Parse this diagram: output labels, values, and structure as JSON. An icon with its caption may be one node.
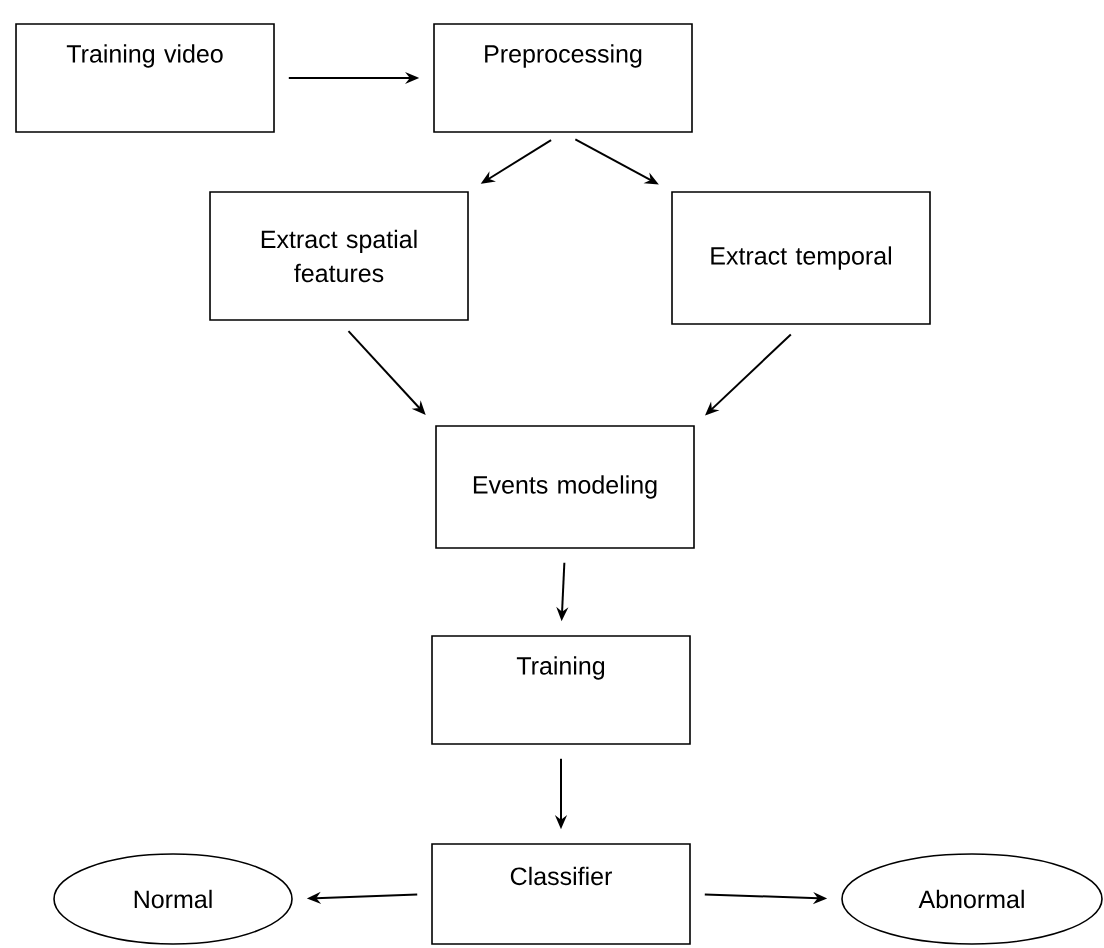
{
  "diagram": {
    "nodes": [
      {
        "text": [
          "Training video"
        ]
      },
      {
        "text": [
          "Preprocessing"
        ]
      },
      {
        "text": [
          "Extract spatial features"
        ]
      },
      {
        "text": [
          "Extract temporal"
        ]
      },
      {
        "text": [
          "Events modeling"
        ]
      },
      {
        "text": [
          "Training"
        ]
      },
      {
        "text": [
          "Classifier"
        ]
      },
      {
        "text": [
          "Normal"
        ]
      },
      {
        "text": [
          "Abnormal"
        ]
      }
    ],
    "edges": [
      {
        "from": 0,
        "to": 1,
        "arrow": "to"
      },
      {
        "from": 1,
        "to": 2,
        "arrow": "to"
      },
      {
        "from": 1,
        "to": 3,
        "arrow": "to"
      },
      {
        "from": 2,
        "to": 4,
        "arrow": "to"
      },
      {
        "from": 3,
        "to": 4,
        "arrow": "to"
      },
      {
        "from": 4,
        "to": 5,
        "arrow": "to"
      },
      {
        "from": 5,
        "to": 6,
        "arrow": "to"
      },
      {
        "from": 6,
        "to": 7,
        "arrow": "to"
      },
      {
        "from": 6,
        "to": 8,
        "arrow": "to"
      }
    ]
  }
}
